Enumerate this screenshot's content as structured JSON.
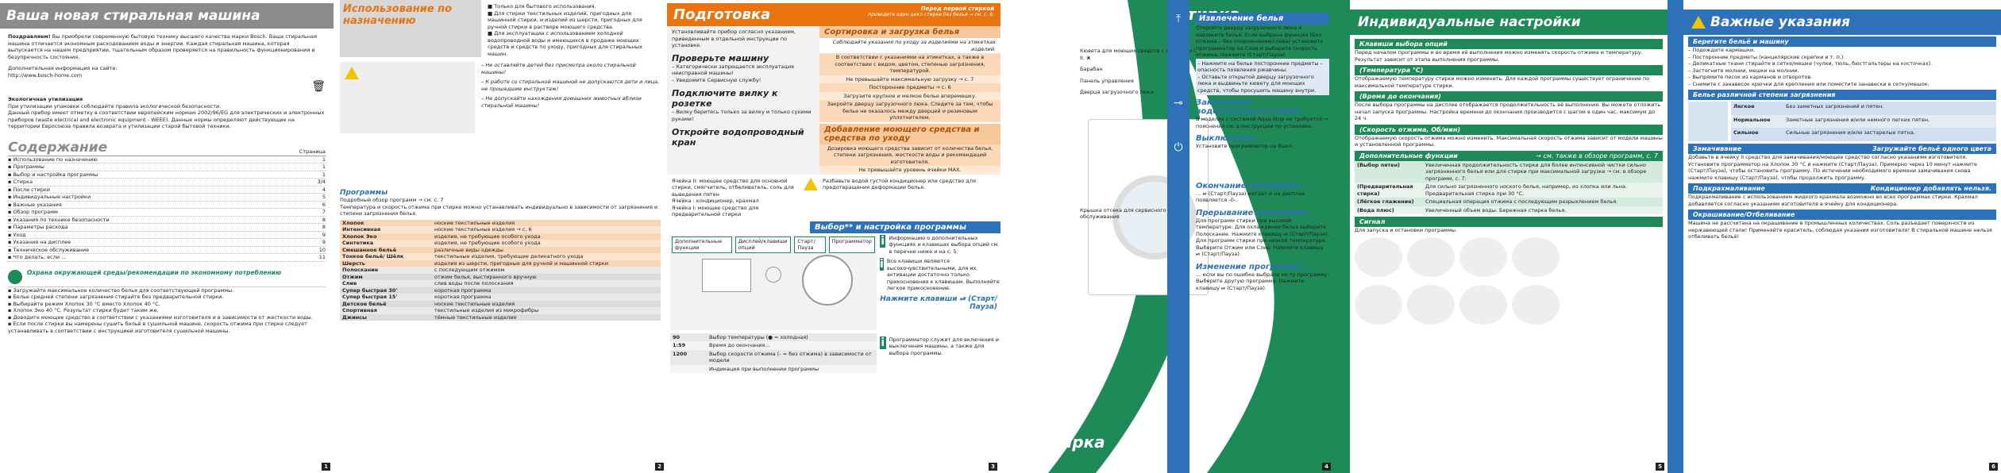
{
  "p1": {
    "title": "Ваша новая стиральная машина",
    "intro_bold": "Поздравляем!",
    "intro": "Вы приобрели современную бытовую технику высшего качества марки Bosch. Ваша стиральная машина отличается экономным расходованием воды и энергии. Каждая стиральная машина, которая выпускается на нашем предприятии, тщательным образом проверяется на правильность функционирования и безупречность состояния.",
    "more": "Дополнительная информация на сайте:",
    "url": "http://www.bosch-home.com",
    "eco_title": "Экологичная утилизация",
    "eco_text": "При утилизации упаковки соблюдайте правила экологической безопасности.\nДанный прибор имеет отметку в соответствии европейским нормам 2002/96/EG для электрических и электронных приборов (waste electrical and electronic equipment - WEEE). Данные нормы определяют действующие на территории Евросоюза правила возврата и утилизации старой бытовой техники.",
    "contents_title": "Содержание",
    "contents_page": "Страница",
    "contents": [
      [
        "Использование по назначению",
        "1"
      ],
      [
        "Программы",
        "1"
      ],
      [
        "Выбор и настройка программы",
        "1"
      ],
      [
        "Стирка",
        "3/4"
      ],
      [
        "После стирки",
        "4"
      ],
      [
        "Индивидуальные настройки",
        "5"
      ],
      [
        "Важные указания",
        "6"
      ],
      [
        "Обзор программ",
        "7"
      ],
      [
        "Указания по технике безопасности",
        "8"
      ],
      [
        "Параметры расхода",
        "8"
      ],
      [
        "Уход",
        "9"
      ],
      [
        "Указания на дисплее",
        "9"
      ],
      [
        "Техническое обслуживание",
        "10"
      ],
      [
        "Что делать, если ...",
        "11"
      ]
    ],
    "env_title": "Охрана окружающей среды/рекомендации по экономному потреблению",
    "env_items": [
      "Загружайте максимальное количество белья для соответствующей программы.",
      "Белье средней степени загрязнения стирайте без предварительной стирки.",
      "Выбирайте режим Хлопок 30 °C вместо Хлопок 40 °C.",
      "Хлопок Эко 40 °C. Результат стирки будет таким же.",
      "Доводите моющее средство в соответствии с указаниями изготовителя и в зависимости от жесткости воды.",
      "Если после стирки вы намерены сушить бельё в сушильной машине, скорость отжима при стирке следует устанавливать в соответствии с инструкцией изготовителя сушильной машины."
    ],
    "page_no": "1"
  },
  "p2": {
    "use_title": "Использование по назначению",
    "use_items": [
      "Только для бытового использования.",
      "Для стирки текстильных изделий, пригодных для машинной стирки, и изделий из шерсти, пригодных для ручной стирки в растворе моющего средства.",
      "Для эксплуатации с использованием холодной водопроводной воды и имеющихся в продаже моющих средств и средств по уходу, пригодных для стиральных машин."
    ],
    "warn_items": [
      "Не оставляйте детей без присмотра около стиральной машины!",
      "К работе со стиральной машиной не допускаются дети и лица, не прошедшие инструктаж!",
      "Не допускайте нахождения домашних животных вблизи стиральной машины!"
    ],
    "programs_title": "Программы",
    "programs_sub": "Подробный обзор программ → см. с. 7",
    "programs_note": "Температура и скорость отжима при стирке можно устанавливать индивидуально в зависимости от загрязнения и степени загрязнения белья.",
    "programs": [
      [
        "Хлопок",
        "ноские текстильные изделия"
      ],
      [
        "Интенсивная",
        "ноские текстильные изделия → с. 6"
      ],
      [
        "Хлопок Эко",
        "изделия, не требующие особого ухода"
      ],
      [
        "Синтетика",
        "изделия, не требующие особого ухода"
      ],
      [
        "Смешанное бельё",
        "различные виды одежды"
      ],
      [
        "Тонкое бельё/ Шёлк",
        "текстильные изделия, требующие деликатного ухода"
      ],
      [
        "Шерсть",
        "изделия из шерсти, пригодные для ручной и машинной стирки"
      ],
      [
        "Полоскание",
        "с последующим отжимом"
      ],
      [
        "Отжим",
        "отжим белья, выстиранного вручную"
      ],
      [
        "Слив",
        "слив воды после полоскания"
      ],
      [
        "Супер быстрая 30'",
        "короткая программа"
      ],
      [
        "Супер быстрая 15'",
        "короткая программа"
      ],
      [
        "Детское бельё",
        "ноские текстильные изделия"
      ],
      [
        "Спортивная",
        "текстильные изделия из микрофибры"
      ],
      [
        "Джинсы",
        "тёмные текстильные изделия"
      ]
    ],
    "page_no": "2"
  },
  "p3": {
    "title": "Подготовка",
    "before": "Перед первой стиркой",
    "before_note": "проведите один цикл стирки без белья → см. с. 8.",
    "note1": "Установливайте прибор согласно указаниям, приведенным в отдельной инструкции по установке.",
    "step1": "Проверьте машину",
    "step1_items": [
      "Категорически запрещается эксплуатация неисправной машины!",
      "Уведомите Сервисную службу!"
    ],
    "step2": "Подключите вилку к розетке",
    "step2_items": [
      "Вилку беритесь только за вилку и только сухими руками!"
    ],
    "step3": "Откройте водопроводный кран",
    "sort_title": "Сортировка и загрузка белья",
    "sort_note": "Соблюдайте указания по уходу за изделиями на этикетках изделий.",
    "sort_rows": [
      "В соответствии с указаниями на этикетках, а также в соответствии с видом, цветом, степенью загрязнения, температурой.",
      "Не превышайте максимальную загрузку → с. 7",
      "Посторонние предметы → с. 6",
      "Загрузите крупное и мелкое белье вперемешку.",
      "Закройте дверцу загрузочного люка. Следите за тем, чтобы белье не оказалось между дверцей и резиновым уплотнителем."
    ],
    "add_title": "Добавление моющего средства и средства по уходу",
    "add_rows": [
      "Дозировка моющего средства зависит от количества белья, степени загрязнения, жесткости воды и рекомендаций изготовителя.",
      "Не превышайте уровень ячейки MAX."
    ],
    "warn_note": "Разбавьте водой густой кондиционер или средство для предотвращения деформации белья.",
    "c2_label": "Ячейка II: моющее средство для основной стирки, смягчитель, отбеливатель, соль для выведения пятен",
    "c3_label": "Ячейка : кондиционер, крахмал",
    "c1_label": "Ячейка I: моющее средство для предварительной стирки",
    "select_title": "Выбор** и настройка программы",
    "panel_labels": [
      "Дополнительные функции",
      "Дисплей/клавиши опций",
      "Старт/Пауза",
      "Программатор"
    ],
    "info1": "Информацию о дополнительных функциях и клавишах выбора опций см. в перечне ниже и на с. 5.",
    "info2": "Все клавиши являются высокочувствительными, для их активации достаточно только прикосновения к клавишам. Выполняйте легкое прикосновение.",
    "start_title": "Нажмите клавиши ⏯ (Старт/Пауза)",
    "info3": "Программатор служит для включения и выключения машины, а также для выбора программы.",
    "rows": [
      [
        "90",
        "Выбор температуры (● = холодная)"
      ],
      [
        "1:59",
        "Время до окончания..."
      ],
      [
        "1200",
        "Выбор скорости отжима (- = без отжима) в зависимости от модели"
      ],
      [
        "",
        "Индикация при выполнении программы"
      ]
    ],
    "page_no": "3"
  },
  "p4": {
    "title1": "Стирка",
    "title2": "Стирка",
    "diagram_labels": [
      "Кювета для моющих средств с ячейками I, II, ❀",
      "Барабан",
      "Панель управления",
      "Дверца загрузочного люка",
      "Крышка отсека для сервисного обслуживания"
    ],
    "unload_title": "Извлечение белья",
    "unload_text": "Откройте дверцу загрузочного люка и извлеките бельё. Если выбрана функция (Без отжима – без опорожнения/слива) установите программатор на Слив и выберите скорость отжима. Нажмите (Старт/Пауза).",
    "unload_items": [
      "Нажмите на белье посторонние предметы – опасность появления ржавчины.",
      "Оставьте открытой дверцу загрузочного люка и выдвиньте кювету для моющих средств, чтобы просушить машину внутри."
    ],
    "tap_title": "Закрывание водопроводного крана",
    "tap_text": "В моделях с системой Aqua-Stop не требуется → пояснения см. в инструкции по установке.",
    "off_title": "Выключение",
    "off_text": "Установите программатор на Выкл.",
    "end_title": "Окончание программы ...",
    "end_text": "… ⏯ (Старт/Пауза) мигает и на дисплее появляется -0-.",
    "int_title": "Прерывание программы",
    "int_text": "Для программ стирки при высокой температуре: Для охлаждения белья выберите Полоскание. Нажмите клавишу ⏯ (Старт/Пауза). Для программ стирки при низкой температуре: Выберите Отжим или Слив. Нажмите клавишу ⏯ (Старт/Пауза).",
    "chg_title": "Изменение программы ...",
    "chg_text": "… если вы по ошибке выбрали не ту программу: Выберите другую программу. Нажмите клавишу ⏯ (Старт/Пауза).",
    "page_no": "4"
  },
  "p5": {
    "title": "Индивидуальные настройки",
    "s1": "Клавиши выбора опций",
    "s1_text": "Перед началом программы и во время её выполнения можно изменять скорость отжима и температуру. Результат зависит от этапа выполнения программы.",
    "s2": "(Температура °С)",
    "s2_text": "Отображаемую температуру стирки можно изменить. Для каждой программы существует ограничение по максимальной температуре стирки.",
    "s3": "(Время до окончания)",
    "s3_text": "После выбора программы на дисплее отображается продолжительность её выполнения. Вы можете отложить начал запуска программы. Настройка времени до окончания производится с шагом в один час, максимум до 24 ч.",
    "s4": "(Скорость отжима, Об/мин)",
    "s4_text": "Отображаемую скорость отжима можно изменить. Максимальная скорость отжима зависит от модели машины и установленной программы.",
    "s5": "Дополнительные функции",
    "s5_note": "→ см. также в обзоре программ, с. 7",
    "func_rows": [
      [
        "(Выбор пятен)",
        "Увеличенная продолжительность стирки для более интенсивной чистки сильно загрязненного белья или для стирки при максимальной загрузке → см. в обзоре программ, с. 7."
      ],
      [
        "(Предварительная стирка)",
        "Для сильно загрязненного ноского белья, например, из хлопка или льна. Предварительная стирка при 30 °C."
      ],
      [
        "(Лёгкое глажение)",
        "Специальная операция отжима с последующим разрыхлением белья."
      ],
      [
        "(Вода плюс)",
        "Увеличенный объем воды. Бережная стирка белья."
      ]
    ],
    "signal_title": "Сигнал",
    "signal_text": "Для запуска и остановки программы.",
    "page_no": "5"
  },
  "p6": {
    "title": "Важные указания",
    "s1": "Берегите бельё и машину",
    "s1_items": [
      "Подождите кармашки.",
      "Посторонние предметы (канцелярские скрепки и т. п.)",
      "Деликатные ткани стирайте в сетке/мешке (чулки, тюль, бюстгальтеры на косточках).",
      "Застегните молнии, мешки на молнии.",
      "Выпрямите песок из карманов и отворотов.",
      "Снимите с занавесок крючки для крепления или поместите занавески в сетку/мешок."
    ],
    "s2": "Белье различной степени загрязнения",
    "s2_rows": [
      [
        "Легкое",
        "Без заметных загрязнений и пятен."
      ],
      [
        "Нормальное",
        "Заметные загрязнения и/или немного легких пятен."
      ],
      [
        "Сильное",
        "Сильные загрязнения и/или застарелые пятна."
      ]
    ],
    "s3": "Замачивание",
    "s3_extra": "Загружайте бельё одного цвета",
    "s3_text": "Добавьте в ячейку II средство для замачивания/моющее средство согласно указаниям изготовителя. Установите программатор на Хлопок 30 °C и нажмите (Старт/Пауза). Примерно через 10 минут нажмите (Старт/Пауза), чтобы остановить программу. По истечении необходимого времени замачивания снова нажмите клавишу (Старт/Пауза), чтобы продолжить программу.",
    "s4": "Подкрахмаливание",
    "s4_extra": "Кондиционер добавлять нельзя.",
    "s4_text": "Подкрахмаливание с использованием жидкого крахмала возможно во всех программах стирки. Крахмал добавляется согласно указаниям изготовителя в ячейку для кондиционера.",
    "s5": "Окрашивание/Отбеливание",
    "s5_text": "Машина не рассчитана на окрашивание в промышленных количествах. Соль разъедает поверхности из нержавеющей стали! Применяйте краситель, соблюдая указания изготовителя! В стиральной машине нельзя отбеливать бельё!",
    "page_no": "6"
  }
}
